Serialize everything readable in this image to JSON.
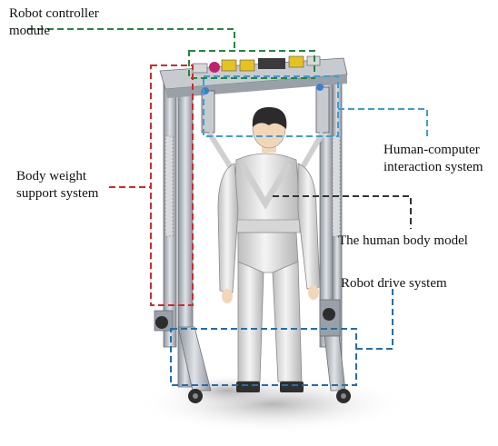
{
  "labels": {
    "robot_controller_module": [
      "Robot controller",
      "module"
    ],
    "human_computer_interaction_system": [
      "Human-computer",
      "interaction system"
    ],
    "body_weight_support_system": [
      "Body weight",
      "support system"
    ],
    "human_body_model": "The human body model",
    "robot_drive_system": "Robot drive system"
  },
  "colors": {
    "controller_callout": "#1f8a3c",
    "hci_callout": "#3a9fd6",
    "bws_callout": "#d62828",
    "human_callout": "#333333",
    "drive_callout": "#1f6fb0",
    "frame": "#b7bcc3",
    "frame_dark": "#6b7078",
    "body": "#e6e6e6",
    "head": "#2b2b2b",
    "face": "#f1d7b8"
  }
}
